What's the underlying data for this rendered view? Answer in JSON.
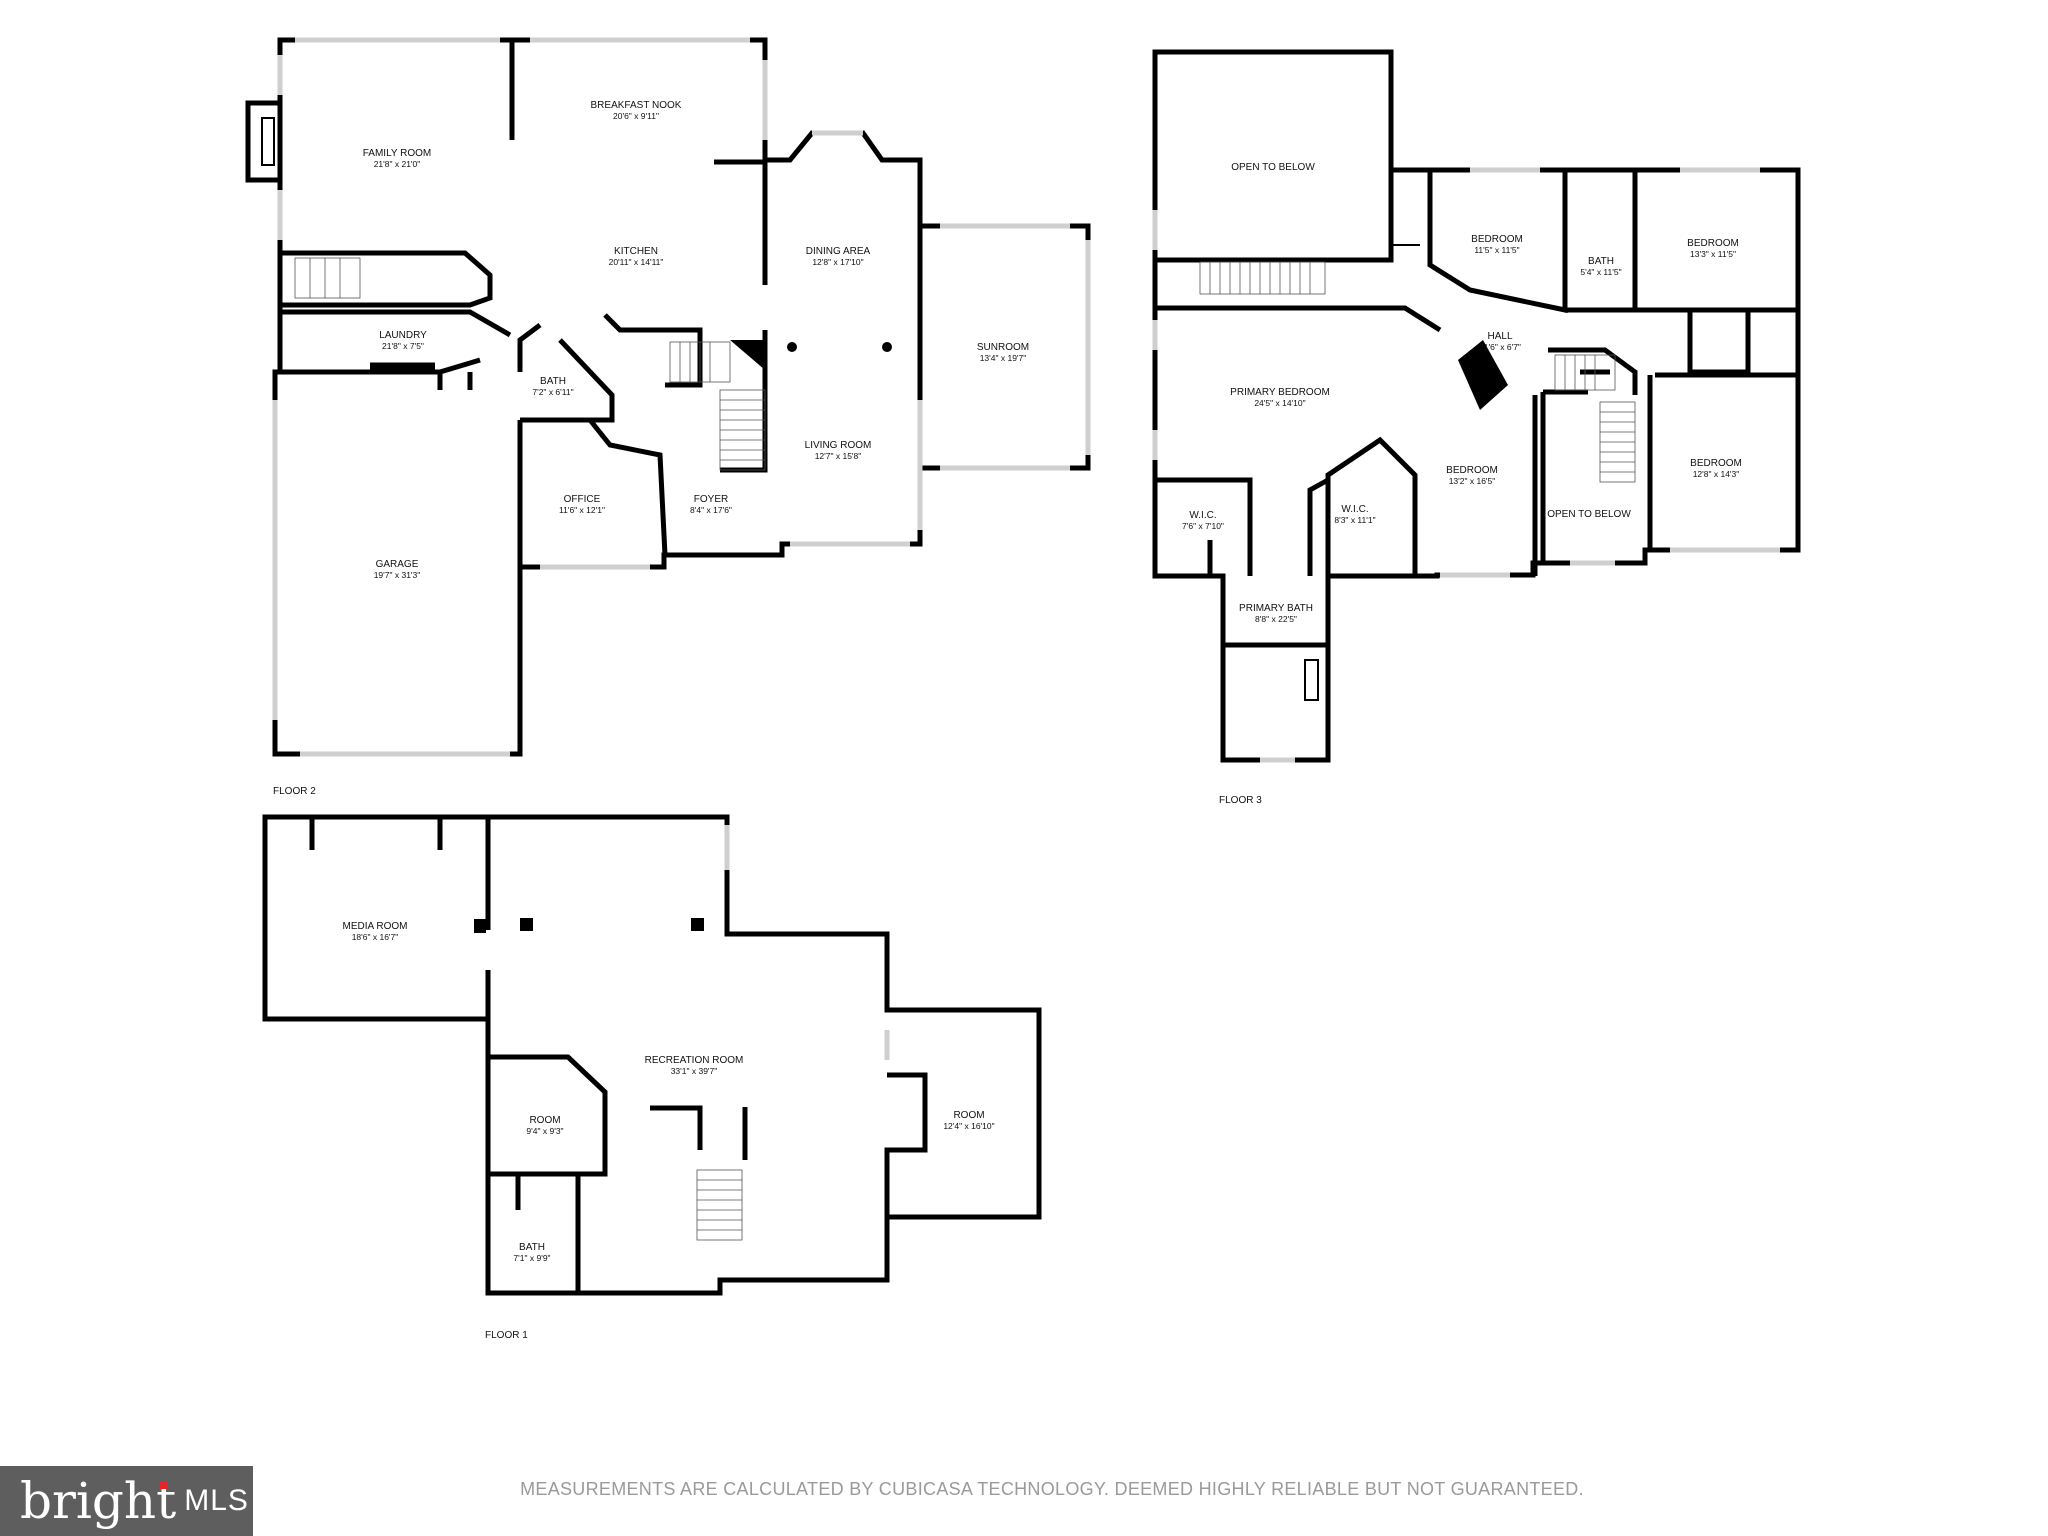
{
  "floors": [
    {
      "id": "floor2",
      "label": "FLOOR 2"
    },
    {
      "id": "floor3",
      "label": "FLOOR 3"
    },
    {
      "id": "floor1",
      "label": "FLOOR 1"
    }
  ],
  "rooms": {
    "family_room": {
      "name": "FAMILY ROOM",
      "dim": "21'8\" x 21'0\""
    },
    "breakfast_nook": {
      "name": "BREAKFAST NOOK",
      "dim": "20'6\" x 9'11\""
    },
    "kitchen": {
      "name": "KITCHEN",
      "dim": "20'11\" x 14'11\""
    },
    "dining_area": {
      "name": "DINING AREA",
      "dim": "12'8\" x 17'10\""
    },
    "sunroom": {
      "name": "SUNROOM",
      "dim": "13'4\" x 19'7\""
    },
    "laundry": {
      "name": "LAUNDRY",
      "dim": "21'8\" x 7'5\""
    },
    "bath_f2": {
      "name": "BATH",
      "dim": "7'2\" x 6'11\""
    },
    "living_room": {
      "name": "LIVING ROOM",
      "dim": "12'7\" x 15'8\""
    },
    "office": {
      "name": "OFFICE",
      "dim": "11'6\" x 12'1\""
    },
    "foyer": {
      "name": "FOYER",
      "dim": "8'4\" x 17'6\""
    },
    "garage": {
      "name": "GARAGE",
      "dim": "19'7\" x 31'3\""
    },
    "open_to_below_1": {
      "name": "OPEN TO BELOW",
      "dim": ""
    },
    "bedroom_a": {
      "name": "BEDROOM",
      "dim": "11'5\" x 11'5\""
    },
    "bath_f3": {
      "name": "BATH",
      "dim": "5'4\" x 11'5\""
    },
    "bedroom_b": {
      "name": "BEDROOM",
      "dim": "13'3\" x 11'5\""
    },
    "hall": {
      "name": "HALL",
      "dim": "21'6\" x 6'7\""
    },
    "primary_bedroom": {
      "name": "PRIMARY BEDROOM",
      "dim": "24'5\" x 14'10\""
    },
    "bedroom_c": {
      "name": "BEDROOM",
      "dim": "13'2\" x 16'5\""
    },
    "bedroom_d": {
      "name": "BEDROOM",
      "dim": "12'8\" x 14'3\""
    },
    "open_to_below_2": {
      "name": "OPEN TO BELOW",
      "dim": ""
    },
    "wic_1": {
      "name": "W.I.C.",
      "dim": "7'6\" x 7'10\""
    },
    "wic_2": {
      "name": "W.I.C.",
      "dim": "8'3\" x 11'1\""
    },
    "primary_bath": {
      "name": "PRIMARY BATH",
      "dim": "8'8\" x 22'5\""
    },
    "media_room": {
      "name": "MEDIA ROOM",
      "dim": "18'6\" x 16'7\""
    },
    "recreation_room": {
      "name": "RECREATION ROOM",
      "dim": "33'1\" x 39'7\""
    },
    "room_small": {
      "name": "ROOM",
      "dim": "9'4\" x 9'3\""
    },
    "room_right": {
      "name": "ROOM",
      "dim": "12'4\" x 16'10\""
    },
    "bath_f1": {
      "name": "BATH",
      "dim": "7'1\" x 9'9\""
    }
  },
  "footer": {
    "disclaimer": "MEASUREMENTS ARE CALCULATED BY CUBICASA TECHNOLOGY. DEEMED HIGHLY RELIABLE BUT NOT GUARANTEED."
  },
  "logo": {
    "brand": "bright",
    "suffix": "MLS"
  },
  "colors": {
    "wall": "#000000",
    "window": "#cfcfcf",
    "logo_bg": "#5e5e5e",
    "logo_accent": "#e4262c",
    "footer_text": "#9a9a9a"
  }
}
